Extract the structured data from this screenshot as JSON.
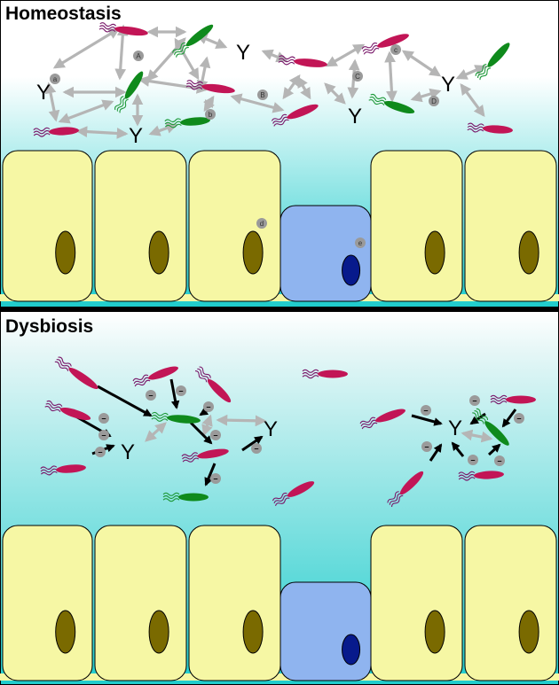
{
  "panels": {
    "top_title": "Homeostasis",
    "bottom_title": "Dysbiosis"
  },
  "antibody_glyph": "Y",
  "marker_labels": {
    "a": "a",
    "b": "b",
    "c": "c",
    "d": "d",
    "e": "e",
    "A": "A",
    "B": "B",
    "C": "C",
    "D": "D"
  },
  "inhibition_symbol": "–",
  "colors": {
    "bg_top": "#ffffff",
    "bg_bottom": "#1fcccc",
    "pathogen": "#c21556",
    "pathogen_flagella": "#7a1a6b",
    "commensal": "#0f8a1c",
    "commensal_flagella": "#1f9a3a",
    "epithelial_cell": "#f6f7a4",
    "goblet_cell": "#8fb4ef",
    "nucleus": "#7a6a00",
    "goblet_nucleus": "#071a8c",
    "interaction_arrow": "#b5b5b5",
    "inhibition_arrow": "#000000",
    "marker": "#9a9a9a",
    "divider": "#000000"
  }
}
